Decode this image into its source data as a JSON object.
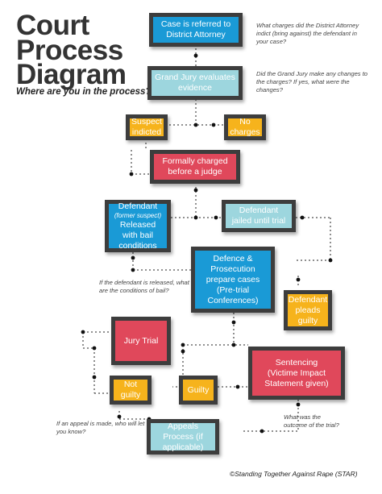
{
  "title": {
    "line1": "Court",
    "line2": "Process",
    "line3": "Diagram",
    "subtitle": "Where are you in the process?"
  },
  "nodes": {
    "referred": "Case is referred to District Attorney",
    "grand_jury": "Grand Jury evaluates evidence",
    "suspect_indicted": "Suspect indicted",
    "no_charges": "No charges",
    "formally_charged": "Formally charged before a judge",
    "defendant_label": "Defendant",
    "defendant_former": "(former suspect)",
    "defendant_released": "Released with bail conditions",
    "defendant_jailed": "Defendant jailed until trial",
    "prepare_cases": "Defence & Prosecution prepare cases (Pre-trial Conferences)",
    "pleads_guilty": "Defendant pleads guilty",
    "jury_trial": "Jury Trial",
    "sentencing": "Sentencing",
    "sentencing_detail": "(Victime Impact Statement given)",
    "not_guilty": "Not guilty",
    "guilty": "Guilty",
    "appeals": "Appeals Process (if applicable)"
  },
  "questions": {
    "q_charges": "What charges did the District Attorney indict (bring against) the defendant in your case?",
    "q_grand_jury": "Did the Grand Jury make any changes to the charges? If yes, what were the changes?",
    "q_bail": "If the defendant is released, what are the conditions of bail?",
    "q_appeal": "If an appeal is made, who will let you know?",
    "q_outcome": "What was the outcome of the trial?"
  },
  "footer": "©Standing Together Against Rape (STAR)",
  "colors": {
    "blue": "#1a9ad6",
    "teal": "#9dd6de",
    "red": "#e0485b",
    "orange": "#f6b31c",
    "border": "#3d3d3d"
  }
}
